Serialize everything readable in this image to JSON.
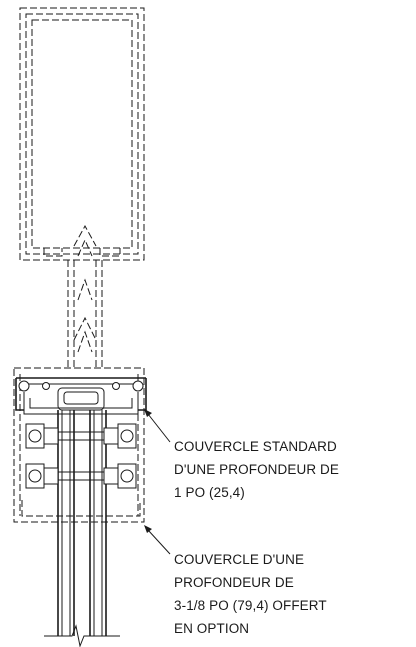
{
  "drawing": {
    "callouts": [
      {
        "id": "standard-cover",
        "lines": [
          "COUVERCLE STANDARD",
          "D'UNE PROFONDEUR DE",
          "1 PO (25,4)"
        ]
      },
      {
        "id": "optional-cover",
        "lines": [
          "COUVERCLE D'UNE",
          "PROFONDEUR DE",
          "3-1/8 PO (79,4) OFFERT",
          "EN OPTION"
        ]
      }
    ],
    "colors": {
      "line": "#1a1a1a",
      "background": "#ffffff"
    }
  }
}
